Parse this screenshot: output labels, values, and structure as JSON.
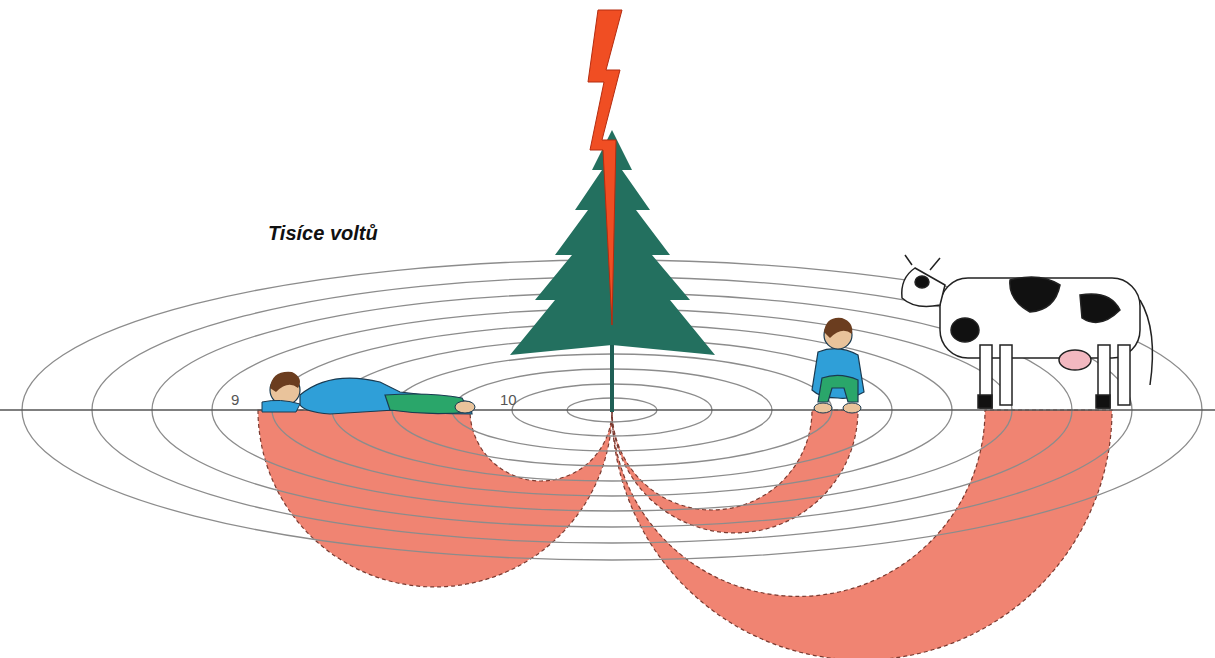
{
  "diagram": {
    "labels": [
      "Tisíce voltů",
      "9",
      "10"
    ]
  }
}
